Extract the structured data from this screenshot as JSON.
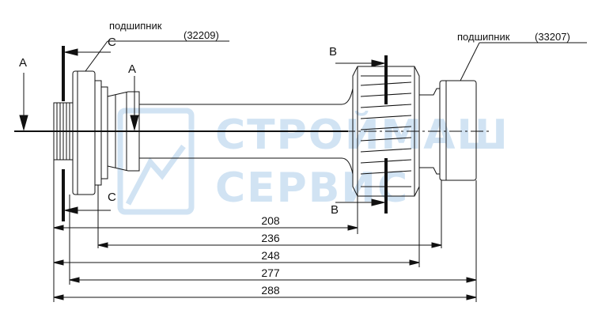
{
  "bearing_left": {
    "label": "подшипник",
    "code": "(32209)"
  },
  "bearing_right": {
    "label": "подшипник",
    "code": "(33207)"
  },
  "section_marks": {
    "a": "A",
    "b": "B",
    "c": "C"
  },
  "dimensions": [
    "208",
    "236",
    "248",
    "277",
    "288"
  ],
  "watermark": {
    "line1": "СТРОЙМАШ",
    "line2": "СЕРВИС"
  },
  "colors": {
    "line": "#111111",
    "watermark": "#c9dff2"
  }
}
